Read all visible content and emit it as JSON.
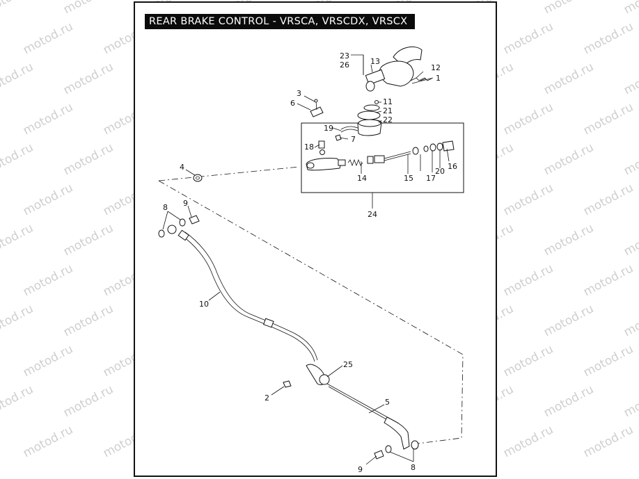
{
  "title": "REAR BRAKE CONTROL - VRSCA, VRSCDX, VRSCX",
  "watermark": "motod.ru",
  "labels": [
    "1",
    "2",
    "3",
    "4",
    "5",
    "6",
    "7",
    "8",
    "9",
    "10",
    "11",
    "12",
    "13",
    "14",
    "15",
    "16",
    "17",
    "18",
    "19",
    "20",
    "21",
    "22",
    "23",
    "24",
    "25",
    "26"
  ],
  "colors": {
    "frame": "#111111",
    "title_bg": "#0b0b0b",
    "title_text": "#ffffff",
    "watermark": "#cfcfcf"
  }
}
